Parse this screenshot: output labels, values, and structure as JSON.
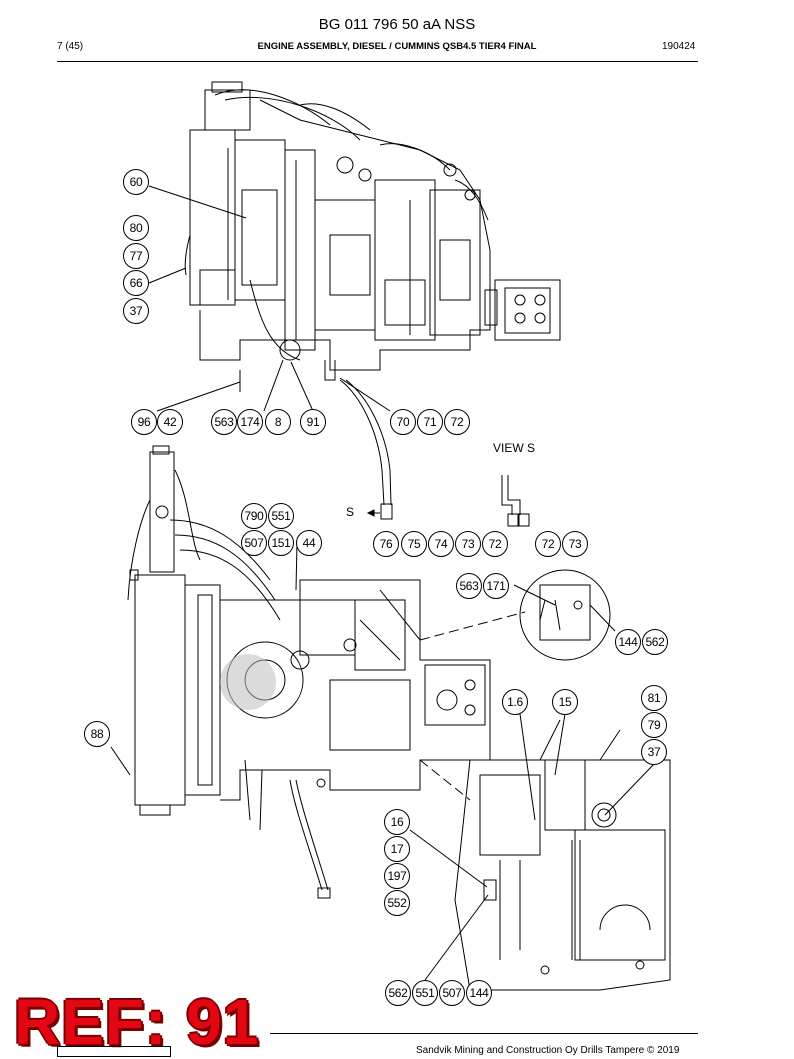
{
  "header": {
    "doc_number": "BG 011 796 50 aA NSS",
    "page": "7 (45)",
    "title": "ENGINE ASSEMBLY, DIESEL / CUMMINS QSB4.5 TIER4 FINAL",
    "date": "190424"
  },
  "view_label": "VIEW S",
  "arrow_label": "S",
  "callouts": {
    "c60": "60",
    "c80": "80",
    "c77": "77",
    "c66": "66",
    "c37a": "37",
    "c96": "96",
    "c42": "42",
    "c563a": "563",
    "c174": "174",
    "c8": "8",
    "c91": "91",
    "c70": "70",
    "c71": "71",
    "c72a": "72",
    "c790": "790",
    "c551a": "551",
    "c507a": "507",
    "c151": "151",
    "c44": "44",
    "c76": "76",
    "c75": "75",
    "c74": "74",
    "c73a": "73",
    "c72b": "72",
    "c72c": "72",
    "c73b": "73",
    "c563b": "563",
    "c171": "171",
    "c144a": "144",
    "c562a": "562",
    "c1_6": "1.6",
    "c15": "15",
    "c81": "81",
    "c79": "79",
    "c37b": "37",
    "c88": "88",
    "c16": "16",
    "c17": "17",
    "c197": "197",
    "c552": "552",
    "c562b": "562",
    "c551b": "551",
    "c507b": "507",
    "c144b": "144"
  },
  "watermark": "REF: 91",
  "footer": "Sandvik Mining and Construction Oy Drills Tampere © 2019"
}
